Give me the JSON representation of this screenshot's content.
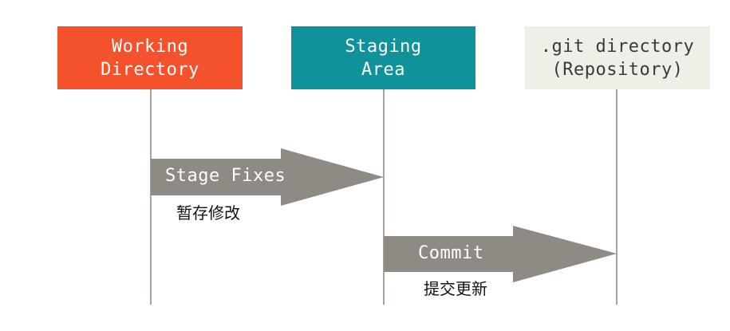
{
  "nodes": {
    "working": {
      "line1": "Working",
      "line2": "Directory",
      "color": "#f4522d"
    },
    "staging": {
      "line1": "Staging",
      "line2": "Area",
      "color": "#0f929a"
    },
    "repo": {
      "line1": ".git directory",
      "line2": "(Repository)",
      "color": "#efefe7"
    }
  },
  "arrows": {
    "stage": {
      "label": "Stage Fixes",
      "caption": "暂存修改",
      "from": "Working Directory",
      "to": "Staging Area"
    },
    "commit": {
      "label": "Commit",
      "caption": "提交更新",
      "from": "Staging Area",
      "to": ".git directory (Repository)"
    }
  },
  "colors": {
    "arrow_fill": "#8f8a84",
    "lifeline": "#a8a39d"
  }
}
